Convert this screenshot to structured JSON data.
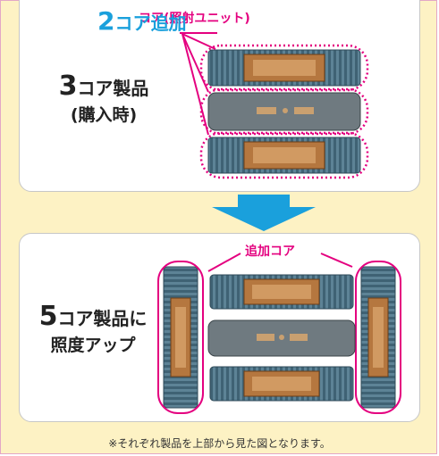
{
  "top_panel": {
    "callout": "コア(照射ユニット)",
    "label_num": "3",
    "label_rest": "コア製品",
    "label_sub": "(購入時)"
  },
  "arrow": {
    "label_num": "2",
    "label_rest": "コア追加",
    "color": "#1aa0dc"
  },
  "bottom_panel": {
    "callout": "追加コア",
    "label_num": "5",
    "label_rest": "コア製品に",
    "label_sub": "照度アップ"
  },
  "footnote": "※それぞれ製品を上部から見た図となります。",
  "colors": {
    "accent": "#e4007f",
    "background": "#fdf2c4",
    "heatsink": "#4f7488",
    "led": "#b5773f"
  }
}
